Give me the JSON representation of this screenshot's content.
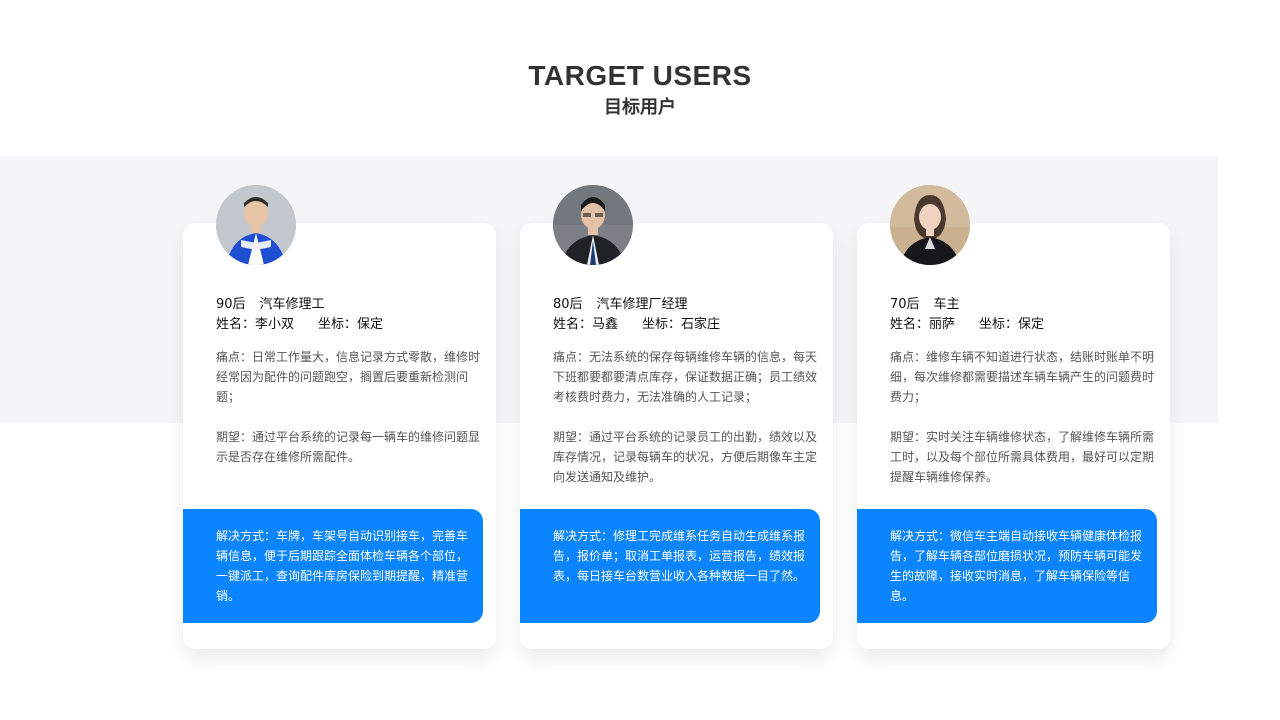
{
  "header": {
    "title_en": "TARGET USERS",
    "title_cn": "目标用户"
  },
  "cards": [
    {
      "age": "90后",
      "role": "汽车修理工",
      "name_label": "姓名：李小双",
      "loc_label": "坐标：保定",
      "pain": "痛点：日常工作量大，信息记录方式零散，维修时经常因为配件的问题跑空，搁置后要重新检测问题；",
      "expect": "期望：通过平台系统的记录每一辆车的维修问题显示是否存在维修所需配件。",
      "solution": "解决方式：车牌，车架号自动识别接车，完善车辆信息，便于后期跟踪全面体检车辆各个部位，一键派工，查询配件库房保险到期提醒，精准营销。",
      "avatar_icon": "mechanic-avatar"
    },
    {
      "age": "80后",
      "role": "汽车修理厂经理",
      "name_label": "姓名：马鑫",
      "loc_label": "坐标：石家庄",
      "pain": "痛点：无法系统的保存每辆维修车辆的信息，每天下班都要都要清点库存，保证数据正确；员工绩效考核费时费力，无法准确的人工记录；",
      "expect": "期望：通过平台系统的记录员工的出勤，绩效以及库存情况，记录每辆车的状况，方便后期像车主定向发送通知及维护。",
      "solution": "解决方式：修理工完成维系任务自动生成维系报告，报价单；取消工单报表，运营报告，绩效报表，每日接车台数营业收入各种数据一目了然。",
      "avatar_icon": "manager-avatar"
    },
    {
      "age": "70后",
      "role": "车主",
      "name_label": "姓名：丽萨",
      "loc_label": "坐标：保定",
      "pain": "痛点：维修车辆不知道进行状态，结账时账单不明细，每次维修都需要描述车辆车辆产生的问题费时费力；",
      "expect": "期望：实时关注车辆维修状态，了解维修车辆所需工时，以及每个部位所需具体费用，最好可以定期提醒车辆维修保养。",
      "solution": "解决方式：微信车主端自动接收车辆健康体检报告，了解车辆各部位磨损状况，预防车辆可能发生的故障，接收实时消息，了解车辆保险等信息。",
      "avatar_icon": "owner-avatar"
    }
  ],
  "colors": {
    "accent": "#0b84ff",
    "band": "#f4f5f7"
  }
}
